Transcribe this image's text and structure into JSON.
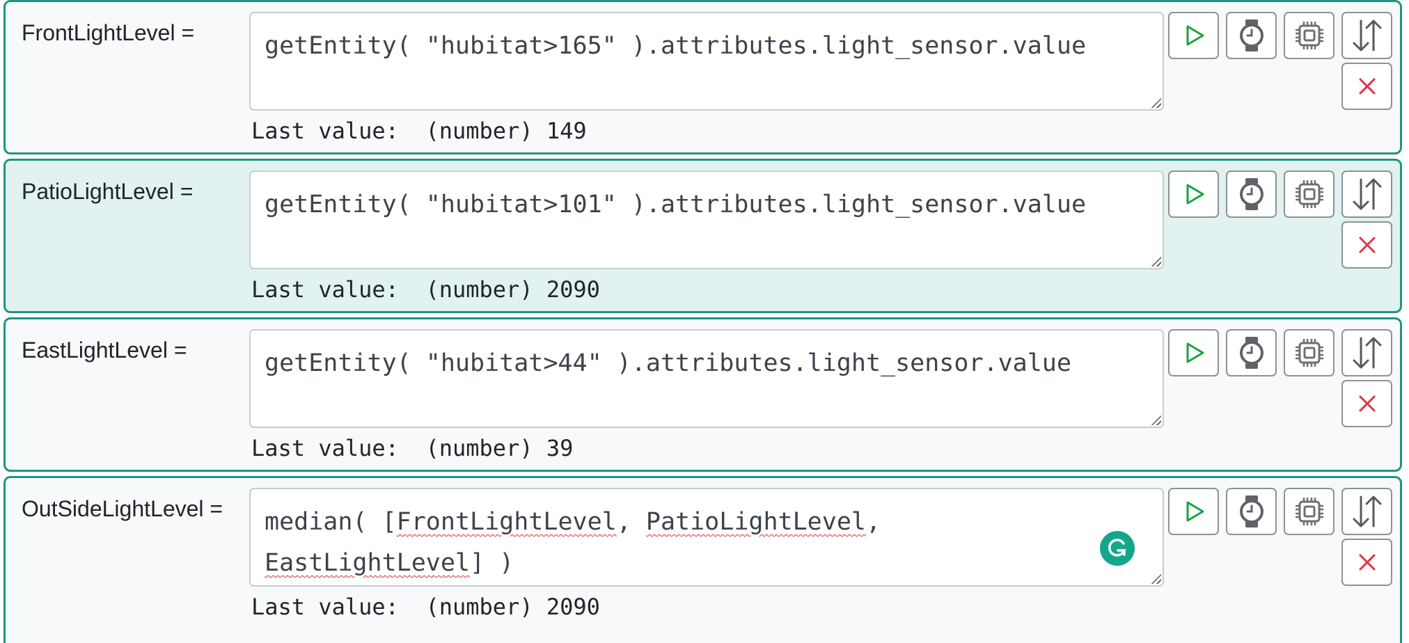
{
  "colors": {
    "row_border": "#1f9483",
    "row_background": "#f8f9fa",
    "row_highlight_background": "#e1f2f0",
    "run_icon": "#1aa33f",
    "delete_icon": "#dc3545",
    "grammarly": "#15a58d"
  },
  "row_button_icons": [
    "play-icon",
    "watch-icon",
    "cpu-chip-icon",
    "sort-arrows-icon",
    "close-icon"
  ],
  "rows": [
    {
      "label": "FrontLightLevel =",
      "expression": "getEntity( \"hubitat>165\" ).attributes.light_sensor.value",
      "last_value": "Last value:  (number) 149"
    },
    {
      "label": "PatioLightLevel =",
      "expression": "getEntity( \"hubitat>101\" ).attributes.light_sensor.value",
      "last_value": "Last value:  (number) 2090"
    },
    {
      "label": "EastLightLevel =",
      "expression": "getEntity( \"hubitat>44\" ).attributes.light_sensor.value",
      "last_value": "Last value:  (number) 39"
    },
    {
      "label": "OutSideLightLevel =",
      "expression_parts": {
        "p1": "median( [",
        "p2": "FrontLightLevel",
        "p3": ", ",
        "p4": "PatioLightLevel",
        "p5": ",\n",
        "p6": "EastLightLevel",
        "p7": "] )"
      },
      "last_value": "Last value:  (number) 2090"
    }
  ]
}
